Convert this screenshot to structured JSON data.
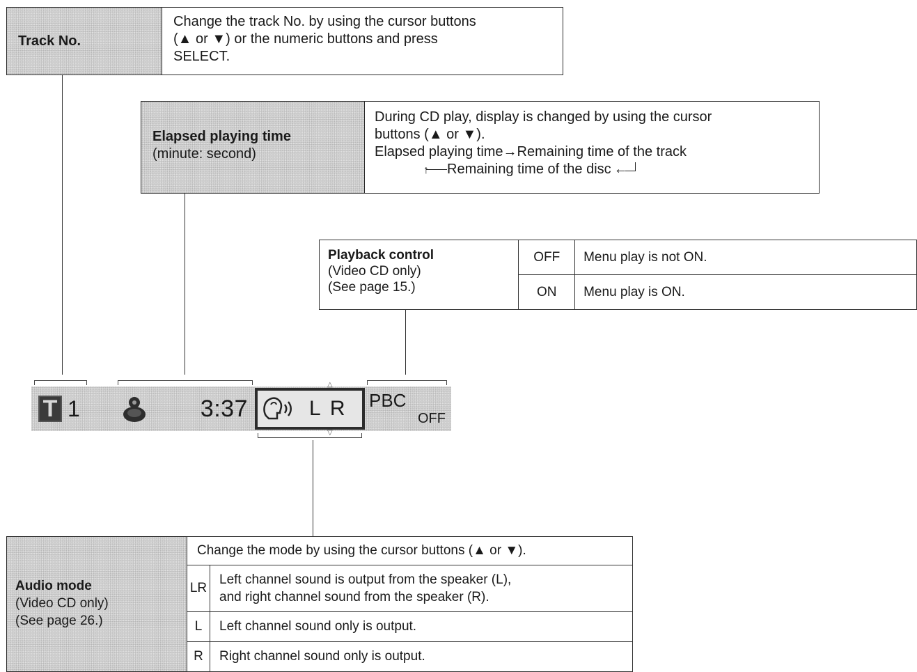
{
  "track_box": {
    "label": "Track No.",
    "desc_line1": "Change the track No. by using the cursor buttons",
    "desc_line2": "(▲  or ▼) or the numeric buttons and press",
    "desc_line3": "SELECT."
  },
  "elapsed_box": {
    "label": "Elapsed playing time",
    "sublabel": "(minute:  second)",
    "desc_line1": "During CD play, display is changed by using the cursor",
    "desc_line2": "buttons (▲  or ▼).",
    "desc_line3": "Elapsed playing time→Remaining time of the track",
    "desc_line4": "Remaining time of the disc"
  },
  "playback_control": {
    "label": "Playback control",
    "sub1": "(Video CD only)",
    "sub2": "(See page 15.)",
    "rows": [
      {
        "mode": "OFF",
        "text": "Menu play is not ON."
      },
      {
        "mode": "ON",
        "text": "Menu play is ON."
      }
    ]
  },
  "display_bar": {
    "track_glyph": "T",
    "track_number": "1",
    "time": "3:37",
    "audio_channels": "L R",
    "pbc": "PBC",
    "pbc_state": "OFF"
  },
  "audio_mode": {
    "label": "Audio mode",
    "sub1": "(Video CD only)",
    "sub2": "(See page 26.)",
    "header": "Change the mode by using the cursor buttons (▲  or ▼).",
    "rows": [
      {
        "mode": "LR",
        "line1": "Left channel sound is output from the speaker (L),",
        "line2": "and right channel sound from the speaker (R)."
      },
      {
        "mode": "L",
        "line1": "Left channel sound only is output.",
        "line2": ""
      },
      {
        "mode": "R",
        "line1": "Right channel sound only is output.",
        "line2": ""
      }
    ]
  }
}
